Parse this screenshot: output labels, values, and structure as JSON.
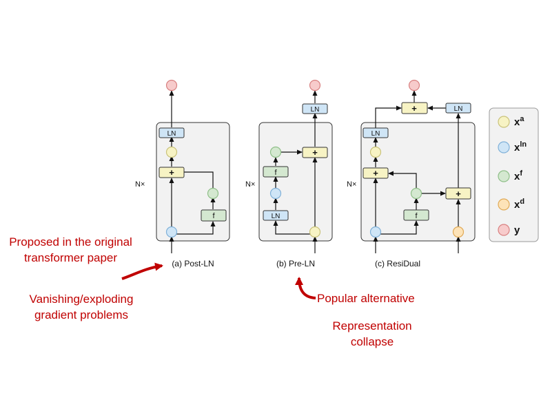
{
  "diagrams": [
    {
      "caption": "(a) Post-LN",
      "repeat": "N×",
      "ln": "LN",
      "f": "f",
      "add": "+"
    },
    {
      "caption": "(b) Pre-LN",
      "repeat": "N×",
      "ln": "LN",
      "f": "f",
      "add": "+"
    },
    {
      "caption": "(c) ResiDual",
      "repeat": "N×",
      "ln": "LN",
      "f": "f",
      "add": "+"
    }
  ],
  "legend": [
    {
      "base": "x",
      "sup": "a",
      "color": "#f7f3c4",
      "stroke": "#c9c27a"
    },
    {
      "base": "x",
      "sup": "ln",
      "color": "#cfe5f6",
      "stroke": "#7fb0d8"
    },
    {
      "base": "x",
      "sup": "f",
      "color": "#d4e8d0",
      "stroke": "#8fbf88"
    },
    {
      "base": "x",
      "sup": "d",
      "color": "#fde3b8",
      "stroke": "#e0a955"
    },
    {
      "base": "y",
      "sup": "",
      "color": "#f7cbcb",
      "stroke": "#d88080"
    }
  ],
  "annotations": {
    "proposed": [
      "Proposed in the original",
      "transformer paper"
    ],
    "vanishing": [
      "Vanishing/exploding",
      "gradient problems"
    ],
    "popular": [
      "Popular alternative"
    ],
    "representation": [
      "Representation",
      "collapse"
    ]
  },
  "colors": {
    "accent": "#c00000",
    "block_bg": "#f2f2f2",
    "ln_box": "#cfe5f6",
    "add_box": "#f7f3c4",
    "f_box": "#d4e8d0"
  }
}
